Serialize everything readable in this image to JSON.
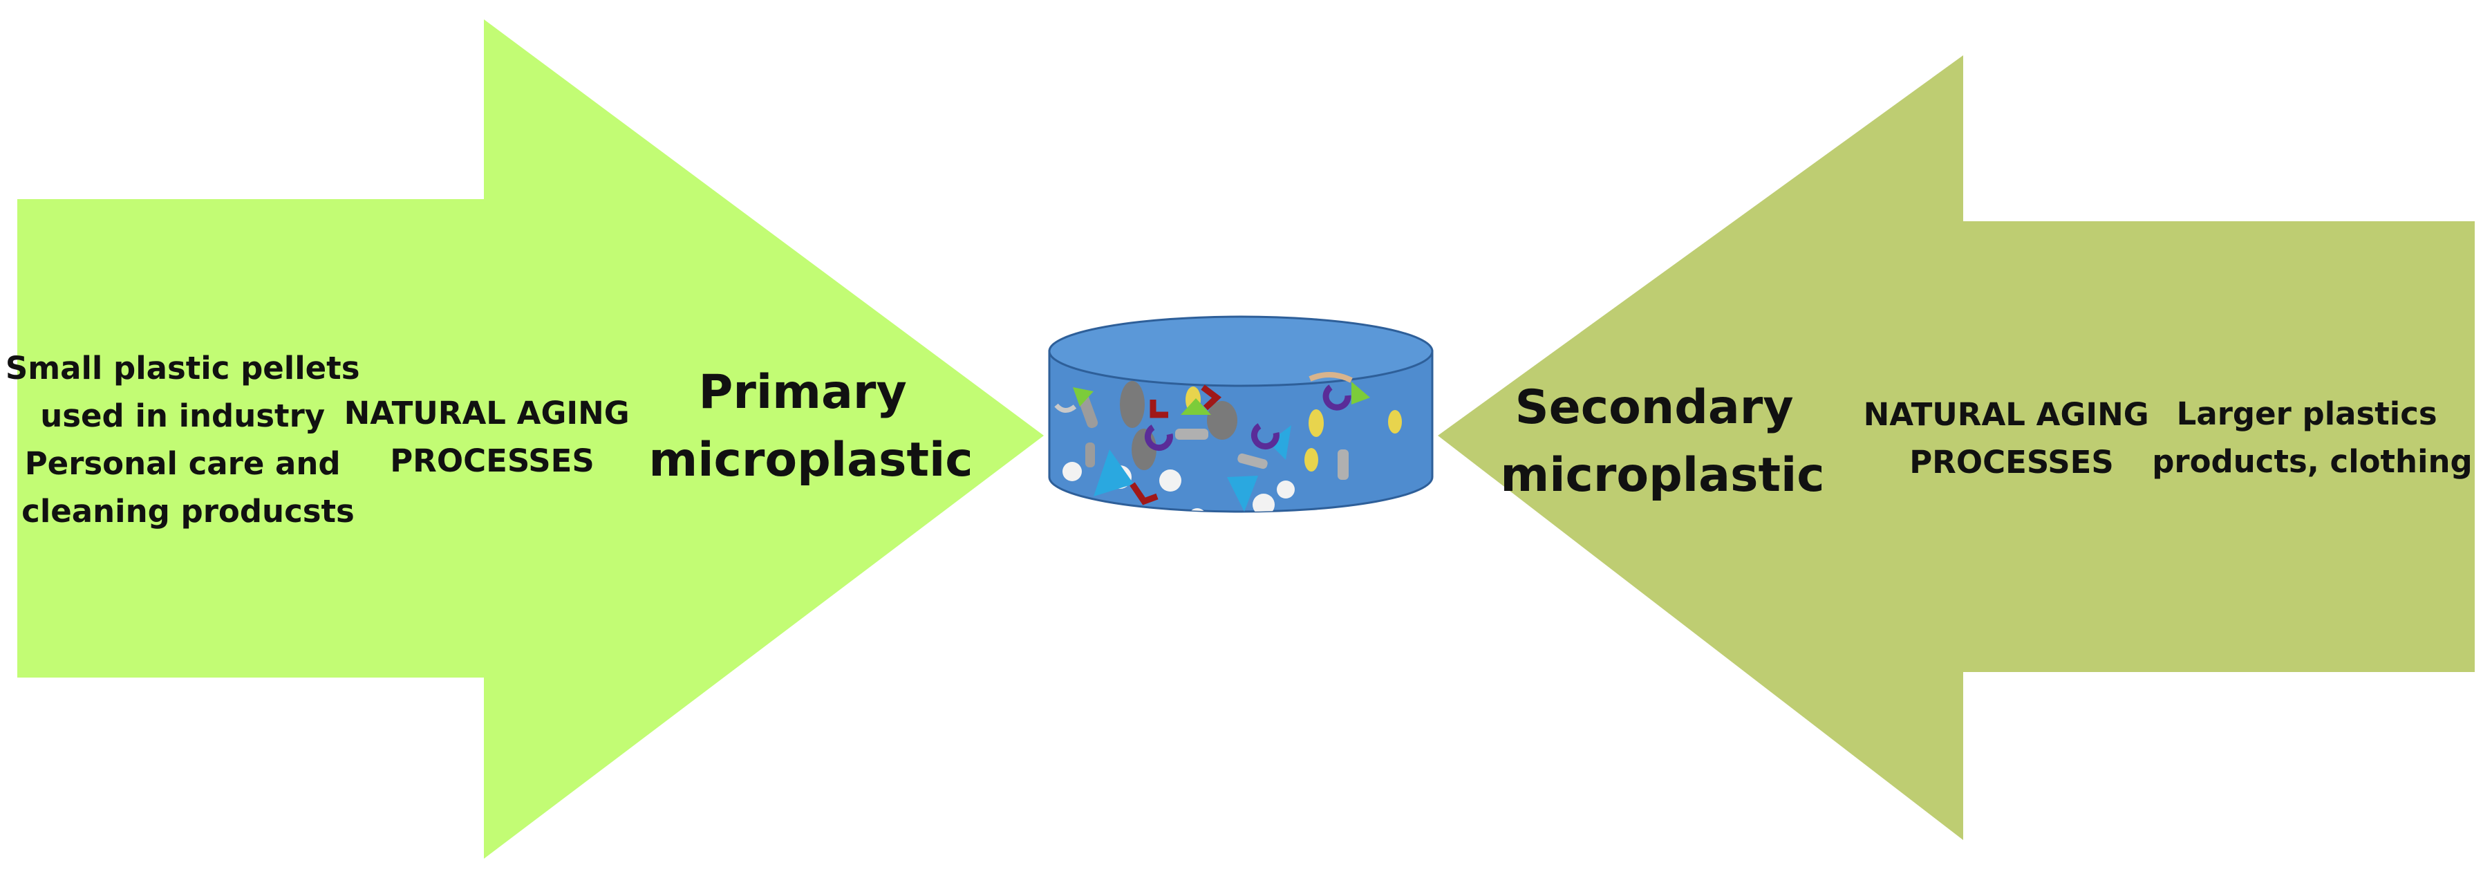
{
  "colors": {
    "left_arrow": "#c2fc74",
    "right_arrow": "#becd72",
    "container_side": "#4f8ccf",
    "container_top": "#5b98d8",
    "container_edge": "#2e5f99"
  },
  "left_arrow": {
    "source_lines": [
      "Small plastic pellets",
      "used in industry",
      "Personal care and",
      "cleaning producsts"
    ],
    "process_lines": [
      "NATURAL AGING",
      "PROCESSES"
    ],
    "result_lines": [
      "Primary",
      "microplastic"
    ]
  },
  "right_arrow": {
    "result_lines": [
      "Secondary",
      "microplastic"
    ],
    "process_lines": [
      "NATURAL AGING",
      "PROCESSES"
    ],
    "source_lines": [
      "Larger plastics",
      "products, clothing"
    ]
  },
  "container": {
    "icon": "microplastic-container-icon",
    "particle_colors": [
      "#7a7a7a",
      "#9c9c9c",
      "#c9c9c9",
      "#f2f2f2",
      "#e8d44d",
      "#2aa8e0",
      "#5a2c98",
      "#a01818",
      "#7ccc3a",
      "#d9b48c"
    ]
  }
}
